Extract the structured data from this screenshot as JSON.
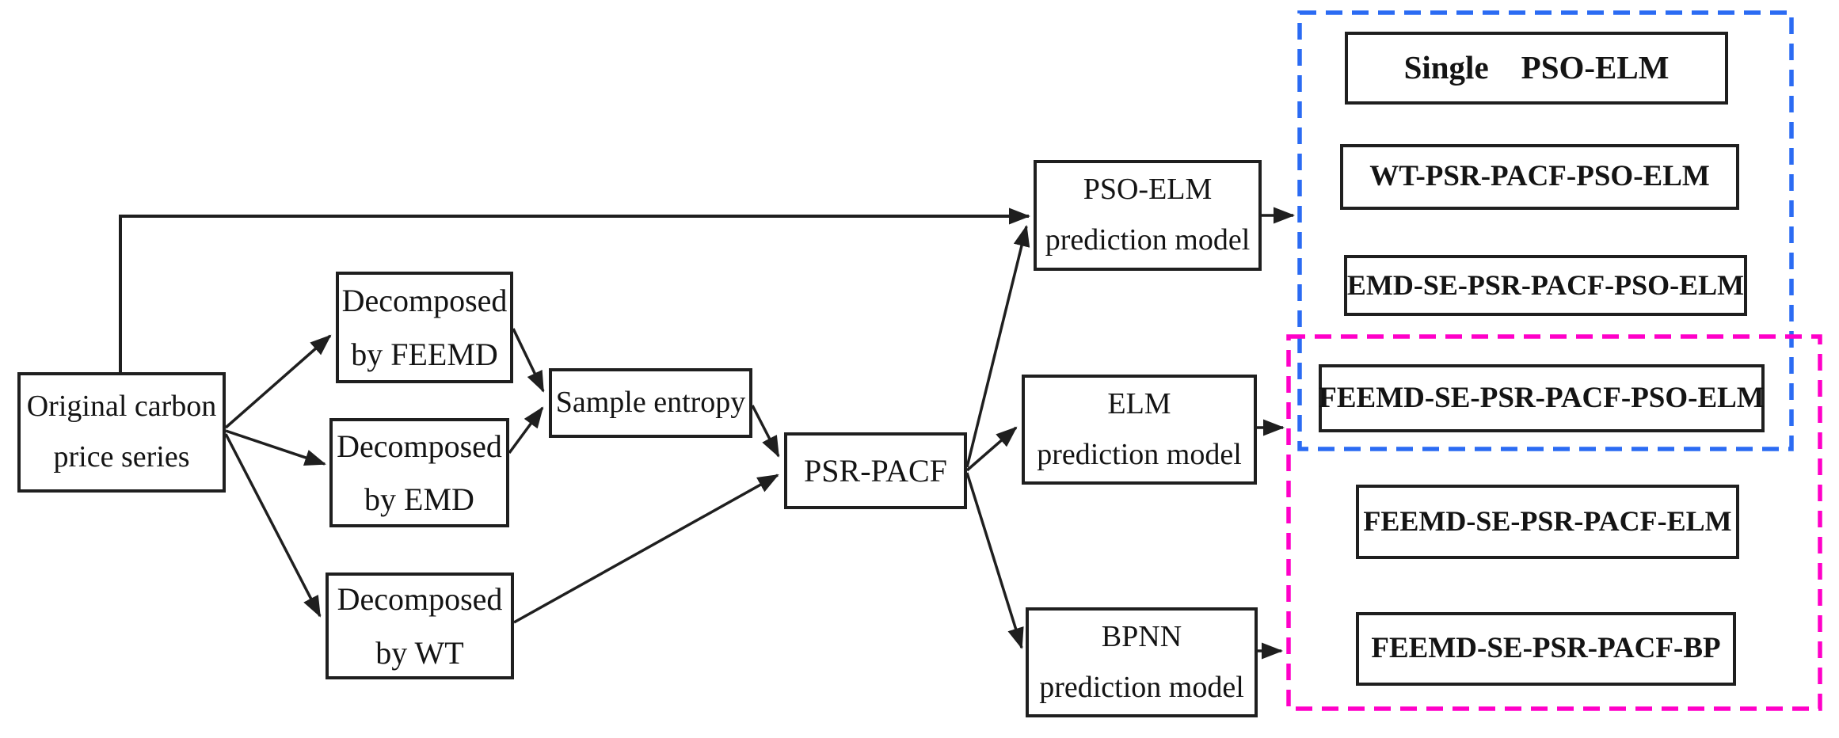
{
  "colors": {
    "background": "#ffffff",
    "line": "#1f1f1f",
    "box_border": "#1f1f1f",
    "text": "#141414",
    "blue_dash": "#2b6bf3",
    "magenta_dash": "#ff00c8"
  },
  "nodes": {
    "original": {
      "label": "Original carbon\nprice series"
    },
    "feemd": {
      "label": "Decomposed\nby FEEMD"
    },
    "emd": {
      "label": "Decomposed\nby EMD"
    },
    "wt": {
      "label": "Decomposed\nby WT"
    },
    "sample_entropy": {
      "label": "Sample entropy"
    },
    "psr_pacf": {
      "label": "PSR-PACF"
    },
    "pso_elm_model": {
      "label": "PSO-ELM\nprediction model"
    },
    "elm_model": {
      "label": "ELM\nprediction model"
    },
    "bpnn_model": {
      "label": "BPNN\nprediction model"
    },
    "single_pso_elm": {
      "label": "Single PSO-ELM"
    },
    "wt_psr_pacf_pso_elm": {
      "label": "WT-PSR-PACF-PSO-ELM"
    },
    "emd_se_psr_pacf_pso_elm": {
      "label": "EMD-SE-PSR-PACF-PSO-ELM"
    },
    "feemd_se_psr_pacf_pso_elm": {
      "label": "FEEMD-SE-PSR-PACF-PSO-ELM"
    },
    "feemd_se_psr_pacf_elm": {
      "label": "FEEMD-SE-PSR-PACF-ELM"
    },
    "feemd_se_psr_pacf_bp": {
      "label": "FEEMD-SE-PSR-PACF-BP"
    }
  },
  "groups": {
    "blue_group": {
      "border_color": "#2b6bf3"
    },
    "magenta_group": {
      "border_color": "#ff00c8"
    }
  }
}
